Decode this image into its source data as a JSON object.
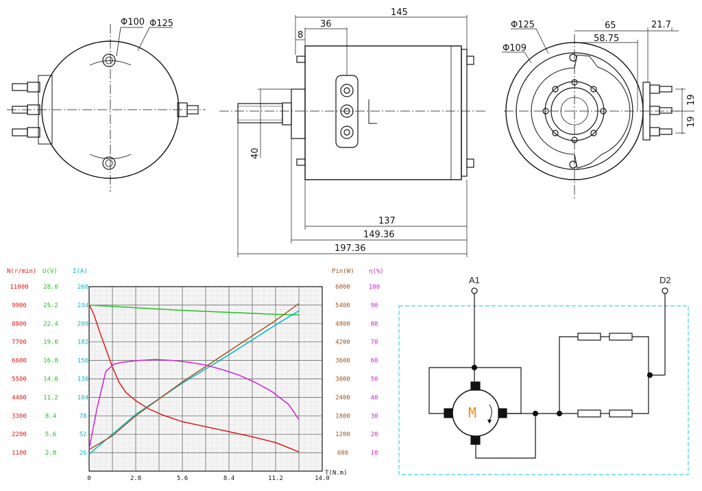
{
  "drawing": {
    "front_view": {
      "dia_inner": "Φ100",
      "dia_outer": "Φ125"
    },
    "side_view": {
      "overall_top": "145",
      "dim_36": "36",
      "dim_8": "8",
      "dim_40": "40",
      "dim_137": "137",
      "dim_149": "149.36",
      "dim_197": "197.36"
    },
    "end_view": {
      "dia_125": "Φ125",
      "dia_109": "Φ109",
      "dim_65": "65",
      "dim_5875": "58.75",
      "dim_217": "21.7",
      "dim_19a": "19",
      "dim_19b": "19"
    }
  },
  "chart_data": {
    "type": "line",
    "xlabel": "T(N.m)",
    "xticks": [
      "0",
      "2.8",
      "5.6",
      "8.4",
      "11.2",
      "14.0"
    ],
    "xlim": [
      0,
      14
    ],
    "axes": [
      {
        "label": "N(r/min)",
        "color": "#d81818",
        "ticks": [
          "11000",
          "9900",
          "8800",
          "7700",
          "6600",
          "5500",
          "4400",
          "3300",
          "2200",
          "1100"
        ]
      },
      {
        "label": "U(V)",
        "color": "#20c020",
        "ticks": [
          "28.0",
          "25.2",
          "22.4",
          "19.6",
          "16.8",
          "14.0",
          "11.2",
          "8.4",
          "5.6",
          "2.8"
        ]
      },
      {
        "label": "I(A)",
        "color": "#00b8c8",
        "ticks": [
          "260",
          "234",
          "208",
          "182",
          "156",
          "130",
          "104",
          "78",
          "52",
          "26"
        ]
      },
      {
        "label": "Pin(W)",
        "color": "#a0521a",
        "ticks": [
          "6000",
          "5400",
          "4800",
          "4200",
          "3600",
          "3000",
          "2400",
          "1800",
          "1200",
          "600"
        ]
      },
      {
        "label": "η(%)",
        "color": "#d020d0",
        "ticks": [
          "100",
          "90",
          "80",
          "70",
          "60",
          "50",
          "40",
          "30",
          "20",
          "10"
        ]
      }
    ],
    "series": [
      {
        "name": "N",
        "color": "#d81818",
        "x": [
          0,
          0.3,
          0.6,
          1.0,
          1.4,
          1.8,
          2.2,
          2.8,
          3.6,
          4.4,
          5.6,
          7.0,
          8.4,
          9.8,
          11.2,
          12.6
        ],
        "y": [
          9950,
          9300,
          8400,
          7300,
          6200,
          5300,
          4700,
          4200,
          3700,
          3350,
          2950,
          2650,
          2350,
          2050,
          1700,
          1150
        ]
      },
      {
        "name": "U",
        "color": "#20c020",
        "x": [
          0,
          2.8,
          5.6,
          8.4,
          11.2,
          12.6
        ],
        "y": [
          25.2,
          24.8,
          24.4,
          24.1,
          23.8,
          23.7
        ]
      },
      {
        "name": "I",
        "color": "#00b8c8",
        "x": [
          0,
          1.4,
          2.8,
          5.6,
          8.4,
          11.2,
          12.6
        ],
        "y": [
          24,
          52,
          80,
          124,
          164,
          206,
          226
        ]
      },
      {
        "name": "Pin",
        "color": "#a0521a",
        "x": [
          0,
          1.4,
          2.8,
          5.6,
          8.4,
          11.2,
          12.6
        ],
        "y": [
          700,
          1150,
          1800,
          2900,
          3900,
          4900,
          5450
        ]
      },
      {
        "name": "η",
        "color": "#d020d0",
        "x": [
          0,
          0.5,
          1.0,
          1.5,
          2.0,
          3.0,
          4.0,
          5.0,
          6.0,
          7.0,
          8.0,
          9.0,
          10.0,
          11.0,
          12.0,
          12.6
        ],
        "y": [
          12,
          35,
          54,
          58,
          59,
          60,
          60.5,
          60,
          59,
          57.5,
          55,
          52,
          48,
          43,
          36,
          28
        ]
      }
    ]
  },
  "schematic": {
    "terminal_a": "A1",
    "terminal_d": "D2",
    "motor_label": "M"
  }
}
